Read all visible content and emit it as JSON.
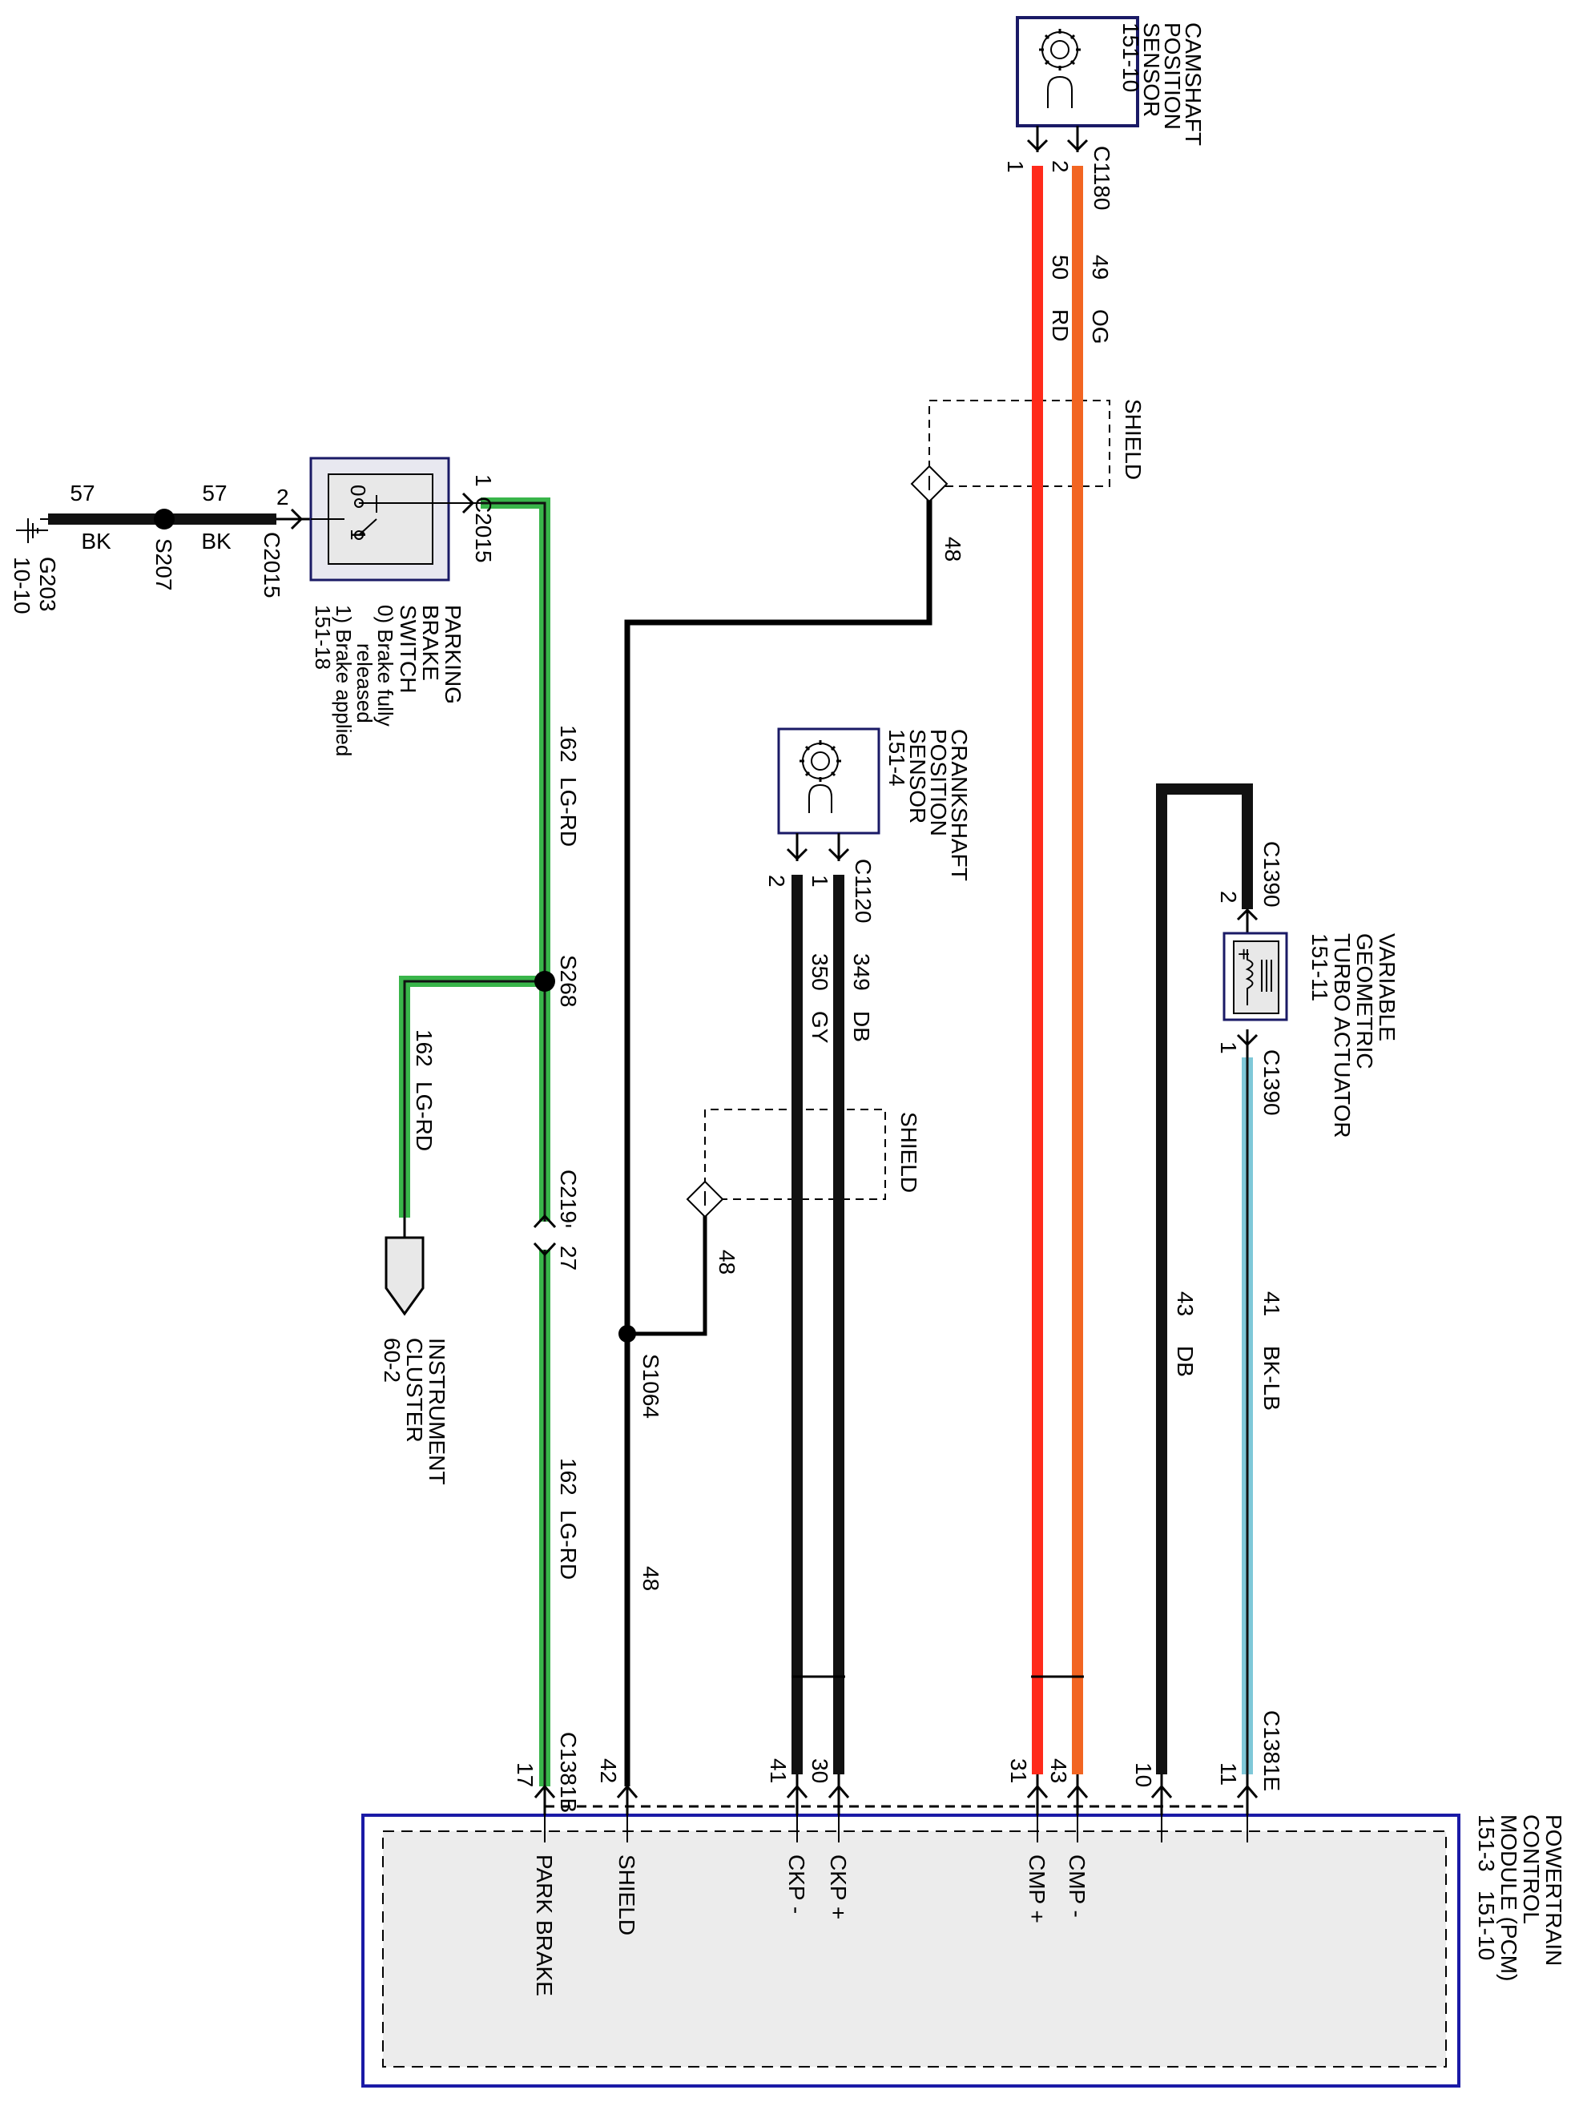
{
  "colors": {
    "wire_bk": "#111111",
    "wire_rd": "#ff2a1a",
    "wire_og": "#f26522",
    "wire_lg": "#39b54a",
    "wire_lb": "#7fc8d8",
    "module_border": "#1a1aa6",
    "module_fill": "#ececec",
    "component_border": "#1a1a66"
  },
  "ground": {
    "id": "G203",
    "page": "10-10",
    "icon": "ground-icon"
  },
  "parking_switch": {
    "name1": "PARKING",
    "name2": "BRAKE",
    "name3": "SWITCH",
    "state0a": "0) Brake fully",
    "state0b": "released",
    "state1": "1) Brake applied",
    "page": "151-18",
    "pos0": "0",
    "pos1": "1",
    "pin_left": "2",
    "conn_left": "C2015",
    "pin_right": "1",
    "conn_right": "C2015"
  },
  "ground_circuit": {
    "num": "57",
    "color": "BK",
    "splice": "S207"
  },
  "park_circuit": {
    "num": "162",
    "color": "LG-RD",
    "splice": "S268",
    "inline": "C219",
    "inline_pin": "27"
  },
  "instrument_cluster": {
    "name1": "INSTRUMENT",
    "name2": "CLUSTER",
    "page": "60-2"
  },
  "shield_circuit": {
    "num": "48",
    "label": "SHIELD",
    "splice": "S1064"
  },
  "cam_sensor": {
    "name1": "CAMSHAFT",
    "name2": "POSITION",
    "name3": "SENSOR",
    "page": "151-10",
    "connector": "C1180",
    "pin1": "1",
    "pin2": "2",
    "wire_a_num": "50",
    "wire_a_color": "RD",
    "wire_b_num": "49",
    "wire_b_color": "OG",
    "icon": "sensor-gear-icon"
  },
  "crank_sensor": {
    "name1": "CRANKSHAFT",
    "name2": "POSITION",
    "name3": "SENSOR",
    "page": "151-4",
    "connector": "C1120",
    "pin1": "1",
    "pin2": "2",
    "wire_a_num": "350",
    "wire_a_color": "GY",
    "wire_b_num": "349",
    "wire_b_color": "DB",
    "icon": "sensor-gear-icon"
  },
  "turbo": {
    "name1": "VARIABLE",
    "name2": "GEOMETRIC",
    "name3": "TURBO ACTUATOR",
    "page": "151-11",
    "connector_top": "C1390",
    "connector_bottom": "C1390",
    "pin_top": "2",
    "pin_bottom": "1",
    "wire_a_num": "43",
    "wire_a_color": "DB",
    "wire_b_num": "41",
    "wire_b_color": "BK-LB",
    "plus": "+",
    "icon": "solenoid-icon"
  },
  "pcm": {
    "name1": "POWERTRAIN",
    "name2": "CONTROL",
    "name3": "MODULE (PCM)",
    "pages": "151-3   151-10",
    "conn_b": "C1381B",
    "conn_e": "C1381E",
    "pins": [
      {
        "pin": "17",
        "label": "PARK BRAKE"
      },
      {
        "pin": "42",
        "label": "SHIELD"
      },
      {
        "pin": "41",
        "label": "CKP -"
      },
      {
        "pin": "30",
        "label": "CKP +"
      },
      {
        "pin": "31",
        "label": "CMP +"
      },
      {
        "pin": "43",
        "label": "CMP -"
      },
      {
        "pin": "10",
        "label": ""
      },
      {
        "pin": "11",
        "label": ""
      }
    ]
  }
}
